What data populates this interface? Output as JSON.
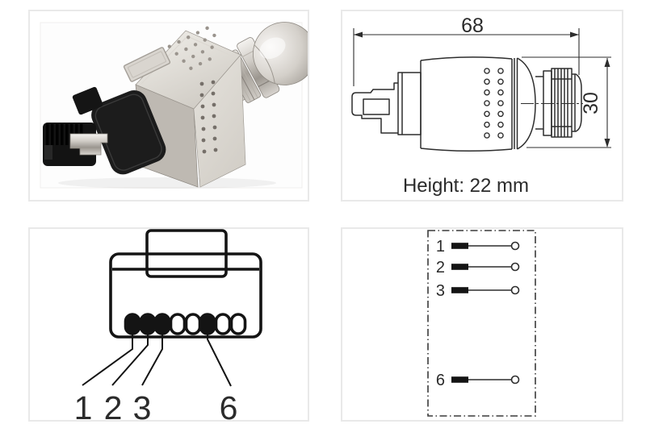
{
  "panels": {
    "dimensions": {
      "width_value": "68",
      "height_value": "30",
      "height_note": "Height: 22 mm"
    },
    "pinout": {
      "total_slots": 8,
      "filled_pins": [
        1,
        2,
        3,
        6
      ],
      "pin_labels": [
        "1",
        "2",
        "3",
        "6"
      ]
    },
    "schematic": {
      "pin_numbers": [
        "1",
        "2",
        "3",
        "6"
      ],
      "connected_pins": [
        1,
        2,
        3,
        6
      ]
    }
  },
  "colors": {
    "panel_border": "#e9e9e9",
    "line_color": "#2d2d2d",
    "pin_fill": "#141414",
    "metal_light": "#f2f0ed",
    "metal_dark": "#8d8881"
  }
}
